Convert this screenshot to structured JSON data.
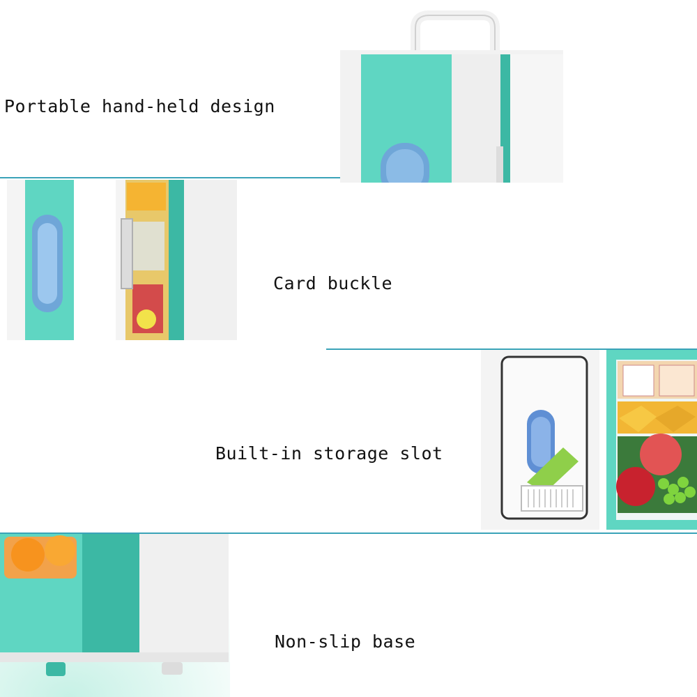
{
  "features": [
    {
      "caption": "Portable hand-held design",
      "icon": "fridge-handle-icon"
    },
    {
      "caption": "Card buckle",
      "icon": "door-latch-icon"
    },
    {
      "caption": "Built-in storage slot",
      "icon": "storage-slot-icon"
    },
    {
      "caption": "Non-slip base",
      "icon": "rubber-foot-icon"
    }
  ],
  "colors": {
    "accent": "#5fd6c2",
    "accent_dark": "#3cb8a4",
    "body_white": "#f2f2f2",
    "window_blue": "#6fa6d8",
    "rule": "#3aa3b8",
    "text": "#111111"
  }
}
